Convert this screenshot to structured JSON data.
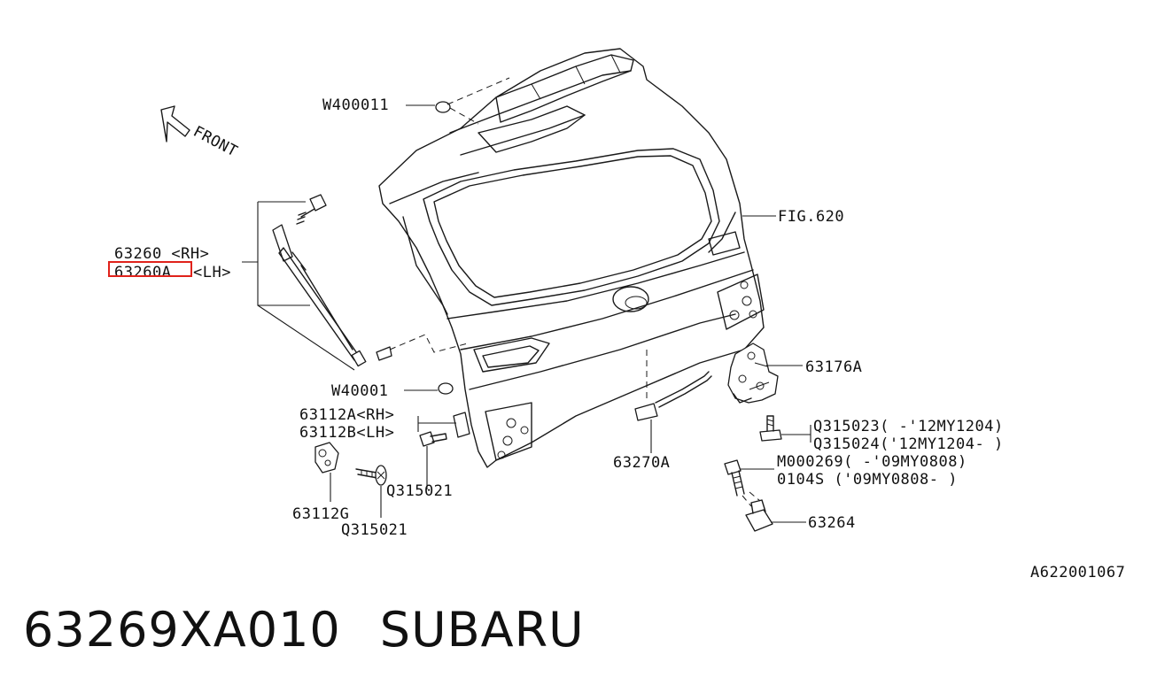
{
  "diagram": {
    "front_label": "FRONT",
    "labels": {
      "w400011": "W400011",
      "fig620": "FIG.620",
      "p63260": "63260 <RH>",
      "p63260a_num": "63260A",
      "p63260a_side": "<LH>",
      "w40001": "W40001",
      "p63176a": "63176A",
      "q315023": "Q315023( -'12MY1204)",
      "q315024": "Q315024('12MY1204- )",
      "p63112a": "63112A<RH>",
      "p63112b": "63112B<LH>",
      "q315021_a": "Q315021",
      "p63270a": "63270A",
      "m000269": "M000269( -'09MY0808)",
      "p0104s": "0104S   ('09MY0808- )",
      "p63112g": "63112G",
      "q315021_b": "Q315021",
      "p63264": "63264",
      "figure_code": "A622001067"
    },
    "highlight_color": "#e0221b"
  },
  "footer": {
    "part_number": "63269XA010",
    "brand": "SUBARU"
  }
}
